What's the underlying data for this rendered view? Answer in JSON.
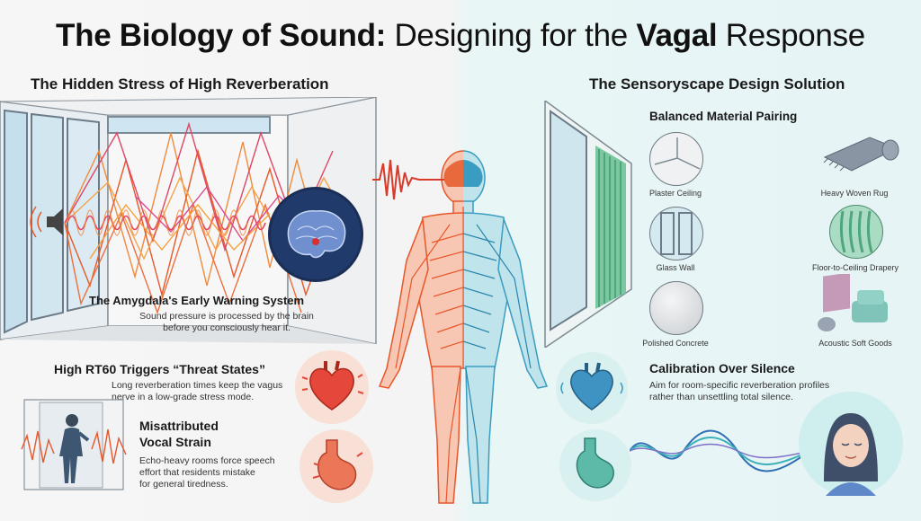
{
  "title": {
    "bold1": "The Biology of Sound:",
    "light1": " Designing for the ",
    "bold2": "Vagal",
    "light2": " Response"
  },
  "left": {
    "heading": "The Hidden Stress of High Reverberation",
    "amygdala": {
      "title": "The Amygdala's Early Warning System",
      "line1": "Sound pressure is processed by the brain",
      "line2": "before you consciously hear it."
    },
    "rt60": {
      "title": "High RT60 Triggers “Threat States”",
      "line1": "Long reverberation times keep the vagus",
      "line2": "nerve in a low-grade stress mode."
    },
    "strain": {
      "title1": "Misattributed",
      "title2": "Vocal Strain",
      "line1": "Echo-heavy rooms force speech",
      "line2": "effort that residents mistake",
      "line3": "for general tiredness."
    }
  },
  "right": {
    "heading": "The Sensoryscape Design Solution",
    "pairing_title": "Balanced Material Pairing",
    "materials": [
      "Plaster Ceiling",
      "Glass Wall",
      "Polished Concrete",
      "Heavy Woven Rug",
      "Floor-to-Ceiling Drapery",
      "Acoustic Soft Goods"
    ],
    "calibration": {
      "title": "Calibration Over Silence",
      "line1": "Aim for room-specific reverberation profiles",
      "line2": "rather than unsettling total silence."
    }
  },
  "colors": {
    "warm": "#e8572a",
    "warm_light": "#f3a07e",
    "cool": "#3a9cc0",
    "cool_light": "#8fd0dc"
  },
  "icons": [
    "speaker-icon",
    "brain-icon",
    "heart-icon",
    "stomach-icon",
    "person-icon",
    "face-icon",
    "rug-icon",
    "drapery-icon",
    "sofa-icon"
  ]
}
